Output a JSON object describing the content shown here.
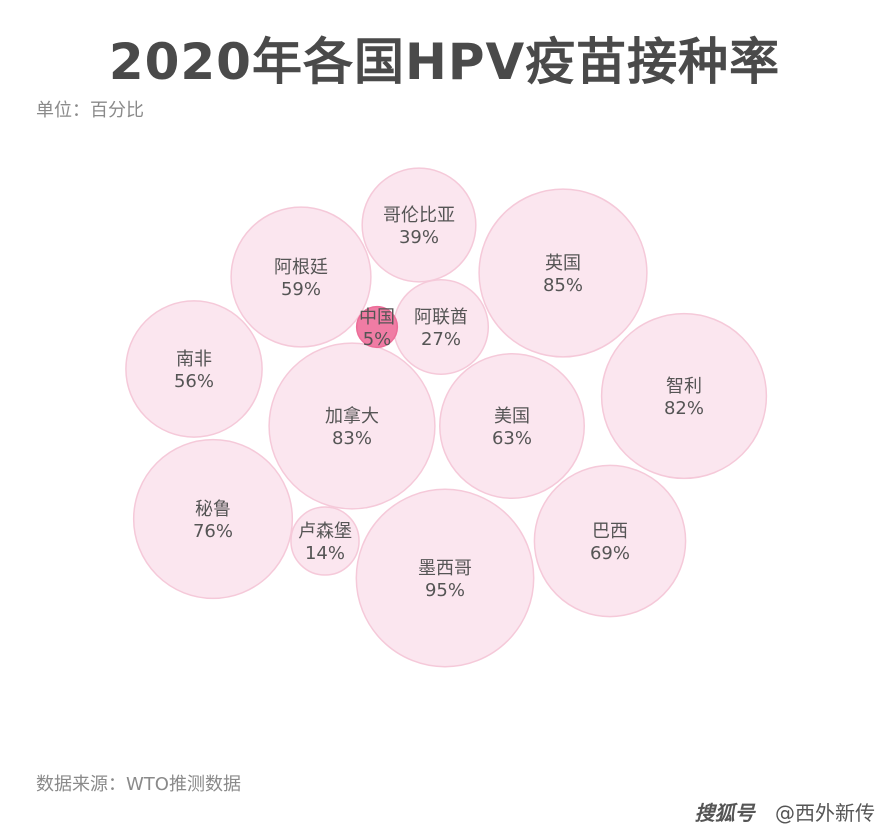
{
  "title": "2020年各国HPV疫苗接种率",
  "subtitle": "单位：百分比",
  "source": "数据来源：WTO推测数据",
  "watermark": {
    "brand": "搜狐号",
    "handle": "@西外新传"
  },
  "colors": {
    "bubble_fill": "#fbe6ef",
    "bubble_stroke": "#f5c9d9",
    "highlight_fill": "#f07ca4",
    "highlight_stroke": "#ec6d98",
    "title": "#4a4a4a",
    "muted_text": "#8a8a8a",
    "label_text": "#555555"
  },
  "chart_data": {
    "type": "bubble",
    "unit": "%",
    "values": [
      {
        "label": "中国",
        "value": 5,
        "highlight": true
      },
      {
        "label": "卢森堡",
        "value": 14
      },
      {
        "label": "阿联酋",
        "value": 27
      },
      {
        "label": "哥伦比亚",
        "value": 39
      },
      {
        "label": "南非",
        "value": 56
      },
      {
        "label": "阿根廷",
        "value": 59
      },
      {
        "label": "美国",
        "value": 63
      },
      {
        "label": "巴西",
        "value": 69
      },
      {
        "label": "秘鲁",
        "value": 76
      },
      {
        "label": "智利",
        "value": 82
      },
      {
        "label": "加拿大",
        "value": 83
      },
      {
        "label": "英国",
        "value": 85
      },
      {
        "label": "墨西哥",
        "value": 95
      }
    ]
  }
}
